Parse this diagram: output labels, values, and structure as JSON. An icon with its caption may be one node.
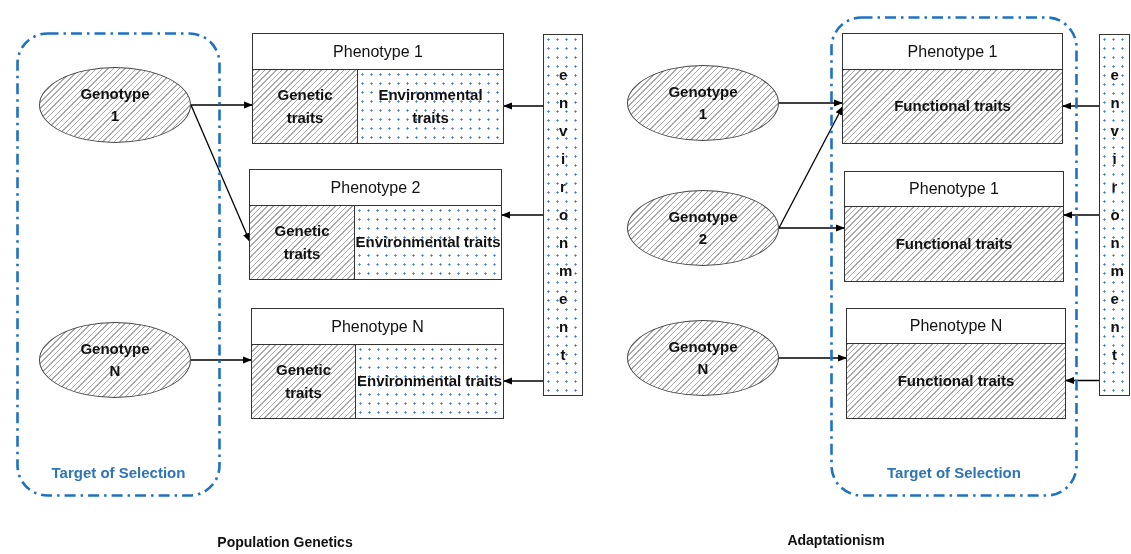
{
  "diagram": {
    "nodes": [
      {
        "text": [
          "Target of Selection"
        ]
      },
      {
        "text": [
          "Genotype 1"
        ],
        "in": 0
      },
      {
        "text": [
          "Genotype N"
        ],
        "in": 0
      },
      {
        "text": [
          "Phenotype 1"
        ]
      },
      {
        "text": [
          "Genetic traits"
        ],
        "in": 3
      },
      {
        "text": [
          "Environmental traits"
        ],
        "in": 3
      },
      {
        "text": [
          "Phenotype 2"
        ]
      },
      {
        "text": [
          "Genetic traits"
        ],
        "in": 6
      },
      {
        "text": [
          "Environmental traits"
        ],
        "in": 6
      },
      {
        "text": [
          "Phenotype N"
        ]
      },
      {
        "text": [
          "Genetic traits"
        ],
        "in": 9
      },
      {
        "text": [
          "Environmental traits"
        ],
        "in": 9
      },
      {
        "text": [
          "environment"
        ]
      },
      {
        "text": [
          "Target of Selection"
        ]
      },
      {
        "text": [
          "Genotype 1"
        ]
      },
      {
        "text": [
          "Genotype 2"
        ]
      },
      {
        "text": [
          "Genotype N"
        ]
      },
      {
        "text": [
          "Phenotype 1"
        ],
        "in": 13
      },
      {
        "text": [
          "Functional traits"
        ],
        "in": 17
      },
      {
        "text": [
          "Phenotype 1"
        ],
        "in": 13
      },
      {
        "text": [
          "Functional traits"
        ],
        "in": 19
      },
      {
        "text": [
          "Phenotype N"
        ],
        "in": 13
      },
      {
        "text": [
          "Functional traits"
        ],
        "in": 21
      },
      {
        "text": [
          "environment"
        ]
      }
    ],
    "edges": [
      {
        "from": 1,
        "to": 4,
        "arrow": "to"
      },
      {
        "from": 1,
        "to": 7,
        "arrow": "to"
      },
      {
        "from": 2,
        "to": 10,
        "arrow": "to"
      },
      {
        "from": 12,
        "to": 5,
        "arrow": "to"
      },
      {
        "from": 12,
        "to": 8,
        "arrow": "to"
      },
      {
        "from": 12,
        "to": 11,
        "arrow": "to"
      },
      {
        "from": 14,
        "to": 18,
        "arrow": "to"
      },
      {
        "from": 15,
        "to": 18,
        "arrow": "to"
      },
      {
        "from": 15,
        "to": 20,
        "arrow": "to"
      },
      {
        "from": 16,
        "to": 22,
        "arrow": "to"
      },
      {
        "from": 23,
        "to": 18,
        "arrow": "to"
      },
      {
        "from": 23,
        "to": 20,
        "arrow": "to"
      },
      {
        "from": 23,
        "to": 22,
        "arrow": "to"
      }
    ],
    "labels": [
      "Population Genetics",
      "Adaptationism"
    ]
  }
}
